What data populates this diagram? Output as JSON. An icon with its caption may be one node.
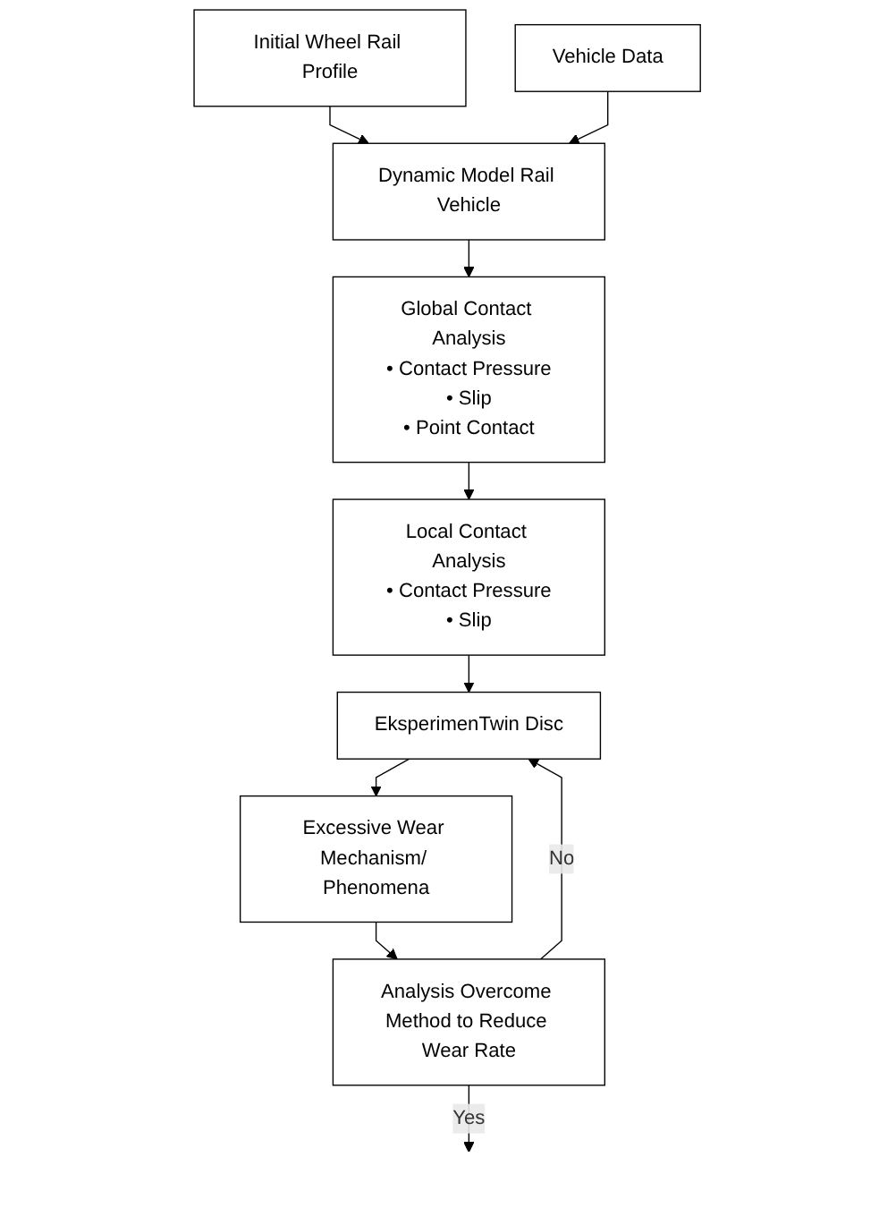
{
  "diagram": {
    "nodes": [
      {
        "text": [
          "Initial Wheel Rail Profile"
        ]
      },
      {
        "text": [
          "Vehicle Data"
        ]
      },
      {
        "text": [
          "Dynamic Model Rail Vehicle"
        ]
      },
      {
        "text": [
          "Global Contact Analysis",
          "• Contact Pressure",
          "• Slip",
          "• Point Contact"
        ]
      },
      {
        "text": [
          "Local Contact Analysis",
          "• Contact Pressure",
          "• Slip"
        ]
      },
      {
        "text": [
          "EksperimenTwin Disc"
        ]
      },
      {
        "text": [
          "Excessive Wear Mechanism/ Phenomena"
        ]
      },
      {
        "text": [
          "Analysis Overcome Method to Reduce Wear Rate"
        ]
      }
    ],
    "edges": [
      {
        "from": 0,
        "to": 2,
        "arrow": "to"
      },
      {
        "from": 1,
        "to": 2,
        "arrow": "to"
      },
      {
        "from": 2,
        "to": 3,
        "arrow": "to"
      },
      {
        "from": 3,
        "to": 4,
        "arrow": "to"
      },
      {
        "from": 4,
        "to": 5,
        "arrow": "to"
      },
      {
        "from": 5,
        "to": 6,
        "arrow": "to"
      },
      {
        "from": 6,
        "to": 7,
        "arrow": "to"
      },
      {
        "from": 7,
        "to": 5,
        "arrow": "to",
        "label": "No"
      },
      {
        "from": 7,
        "to": null,
        "arrow": "to",
        "label": "Yes"
      }
    ]
  }
}
